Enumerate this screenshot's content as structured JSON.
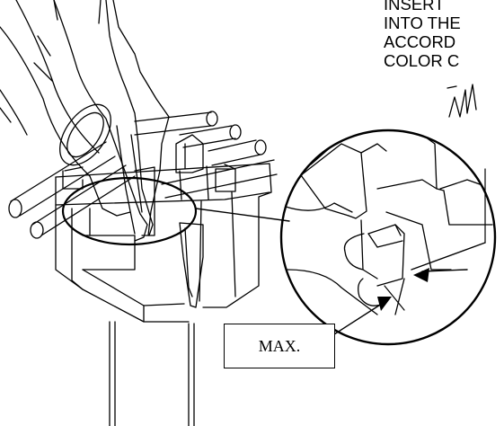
{
  "instructions": {
    "lines": [
      "INSERT",
      "INTO THE",
      "ACCORD",
      "COLOR C"
    ]
  },
  "callout": {
    "label": "MAX."
  },
  "colors": {
    "line": "#000000",
    "background": "#ffffff"
  }
}
